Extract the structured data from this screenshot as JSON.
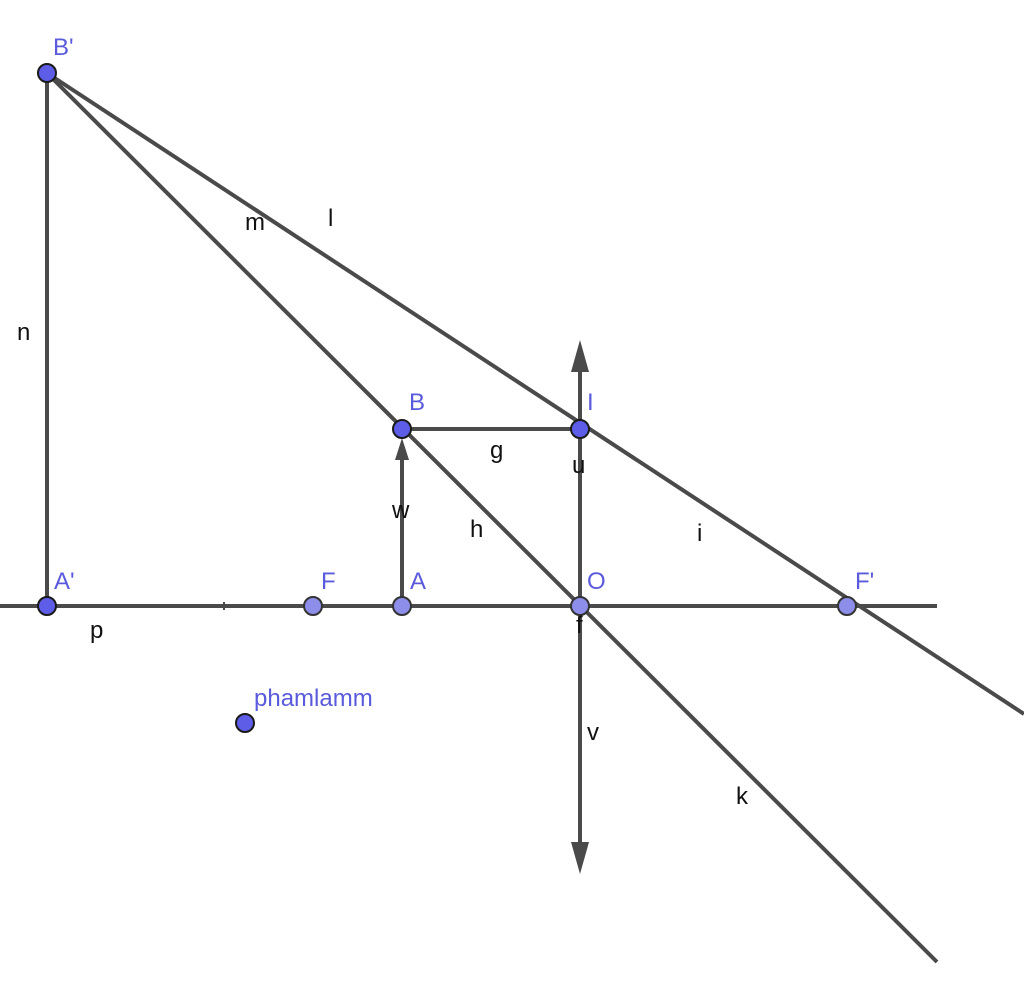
{
  "points": {
    "B_prime": "B'",
    "A_prime": "A'",
    "F": "F",
    "A": "A",
    "B": "B",
    "I": "I",
    "O": "O",
    "F_prime": "F'",
    "phamlamm": "phamlamm"
  },
  "lines": {
    "n": "n",
    "m": "m",
    "l": "l",
    "g": "g",
    "u": "u",
    "w": "w",
    "h": "h",
    "i": "i",
    "p": "p",
    "f": "f",
    "v": "v",
    "k": "k"
  },
  "colors": {
    "point_fill": "#5d5de8",
    "point_fill_light": "#8d8dea",
    "label_point": "#5a5adc",
    "segment": "#4a4a4a"
  },
  "icons": {
    "lens_top": "arrow-up-icon",
    "lens_bottom": "arrow-down-icon",
    "object_arrow": "arrow-up-icon"
  }
}
